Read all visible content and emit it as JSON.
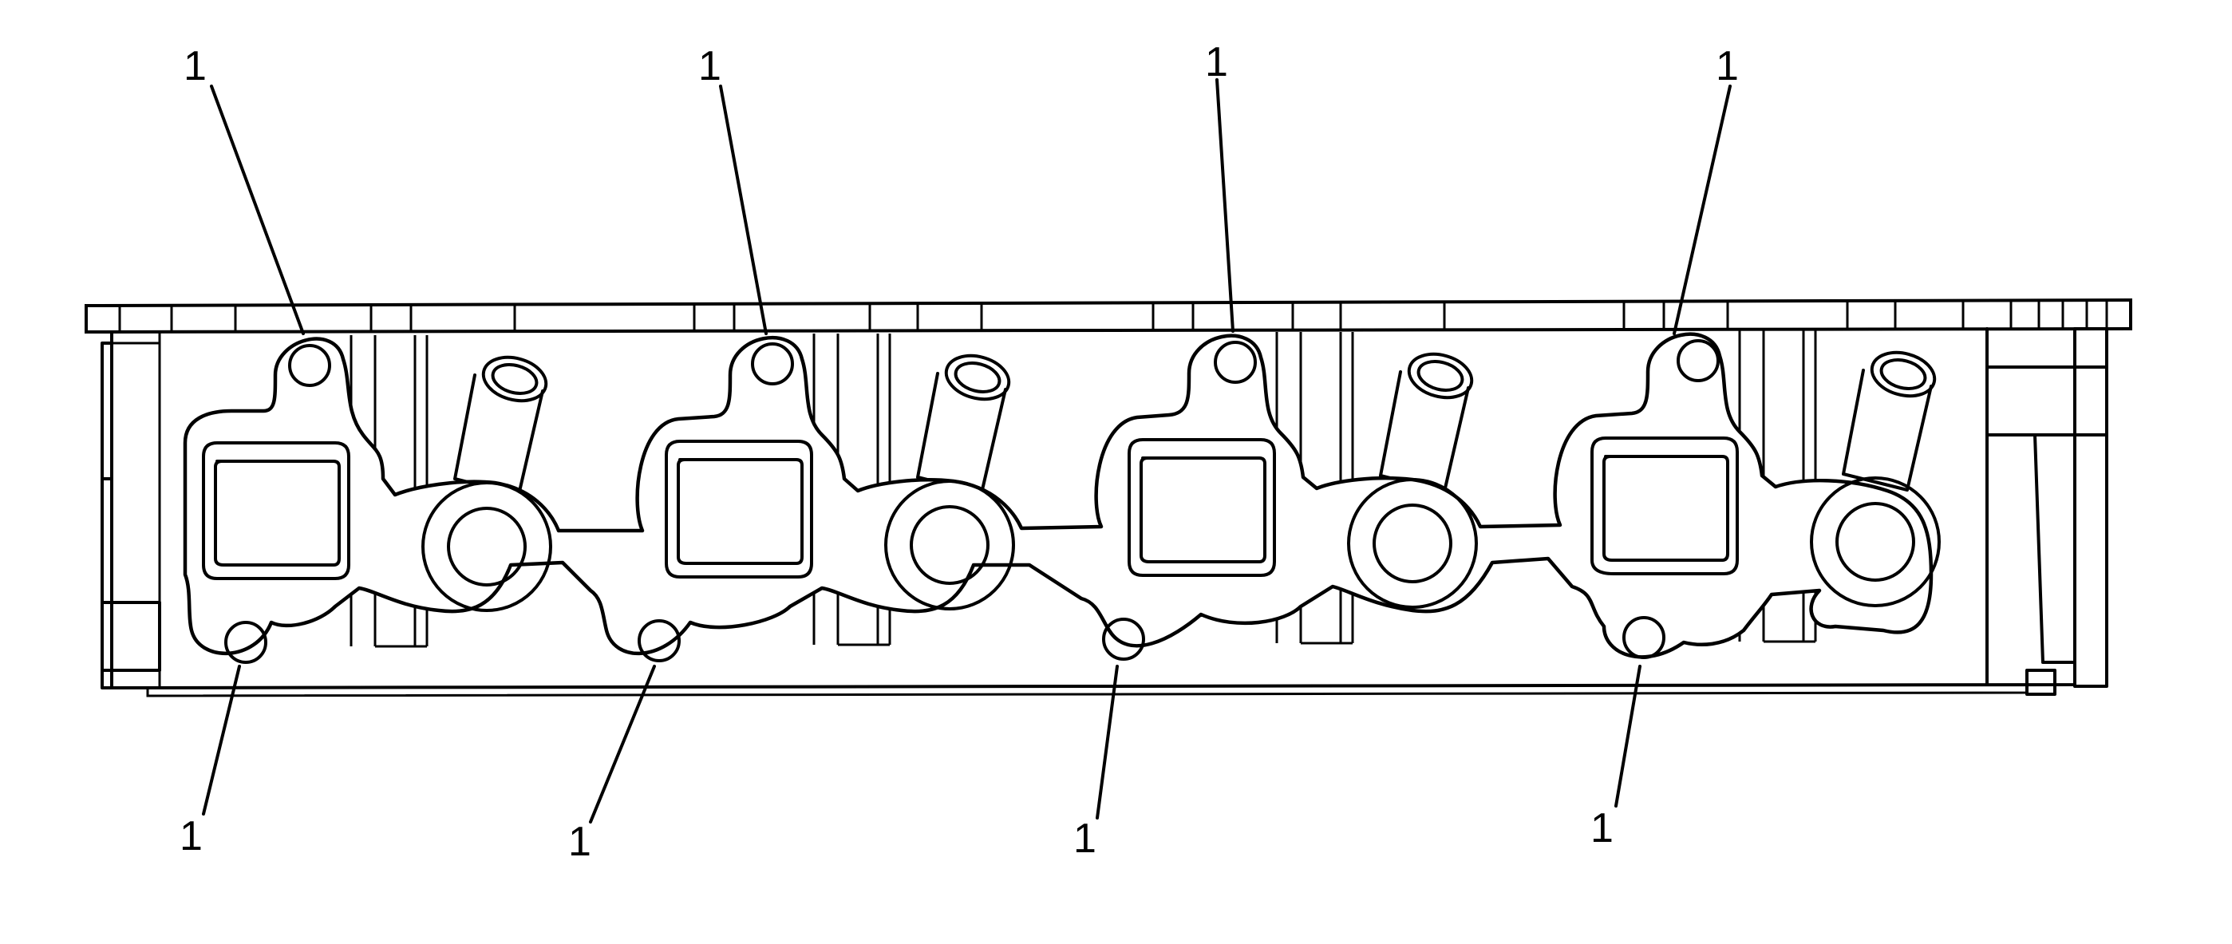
{
  "diagram": {
    "callouts": [
      {
        "id": "top-1",
        "label": "1"
      },
      {
        "id": "top-2",
        "label": "1"
      },
      {
        "id": "top-3",
        "label": "1"
      },
      {
        "id": "top-4",
        "label": "1"
      },
      {
        "id": "bottom-1",
        "label": "1"
      },
      {
        "id": "bottom-2",
        "label": "1"
      },
      {
        "id": "bottom-3",
        "label": "1"
      },
      {
        "id": "bottom-4",
        "label": "1"
      }
    ],
    "colors": {
      "line": "#000000",
      "background": "#ffffff"
    }
  }
}
